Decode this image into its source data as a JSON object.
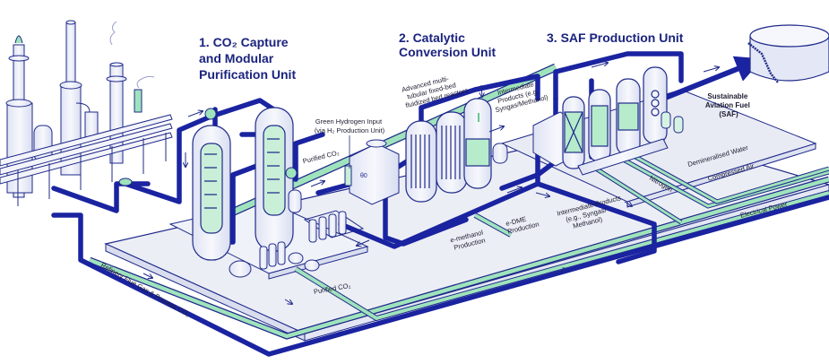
{
  "colors": {
    "pipe": "#1a23a0",
    "outline": "#1f2a8a",
    "accent_green": "#9fe3bc",
    "platform": "#eceef5",
    "vessel": "#f2f4fb",
    "title_text": "#1a237e"
  },
  "sections": [
    {
      "number": "1.",
      "title_lines": [
        "CO₂ Capture",
        "and Modular",
        "Purification Unit"
      ]
    },
    {
      "number": "2.",
      "title_lines": [
        "Catalytic",
        "Conversion Unit"
      ]
    },
    {
      "number": "3.",
      "title_lines": [
        "SAF Production Unit"
      ]
    }
  ],
  "labels": {
    "reactors": [
      "Advanced multi-",
      "tubular fixed-bed",
      "fluidized bed reactors"
    ],
    "intermediate_top": [
      "Intermediate",
      "Products (e.g.",
      "Syngas/Methanol)"
    ],
    "green_hydrogen": [
      "Green Hydrogen Input",
      "(via H₂ Production Unit)"
    ],
    "purified_co2_top": "Purified CO₂",
    "purified_co2_bottom": "Purified CO₂",
    "saf_output": [
      "Sustainable",
      "Aviation Fuel",
      "(SAF)"
    ],
    "demineralised_water": "Demineralised Water",
    "compressed_air": "Compressed Air",
    "nitrogen": "Nitrogen",
    "electrical_power": "Electrical Power",
    "intermediate_bottom": [
      "Intermediate Products",
      "(e.g., Syngas/",
      "Methanol)"
    ],
    "e_methanol": [
      "e-methanol",
      "Production"
    ],
    "e_dme": [
      "e-DME",
      "Production"
    ],
    "flue_gas": "Refinery Flue Gas & Process CO₂"
  },
  "icons": {
    "refinery": "refinery-stacks-icon",
    "storage_tank": "storage-tank-icon",
    "flow_arrow": "flow-arrow-icon"
  }
}
